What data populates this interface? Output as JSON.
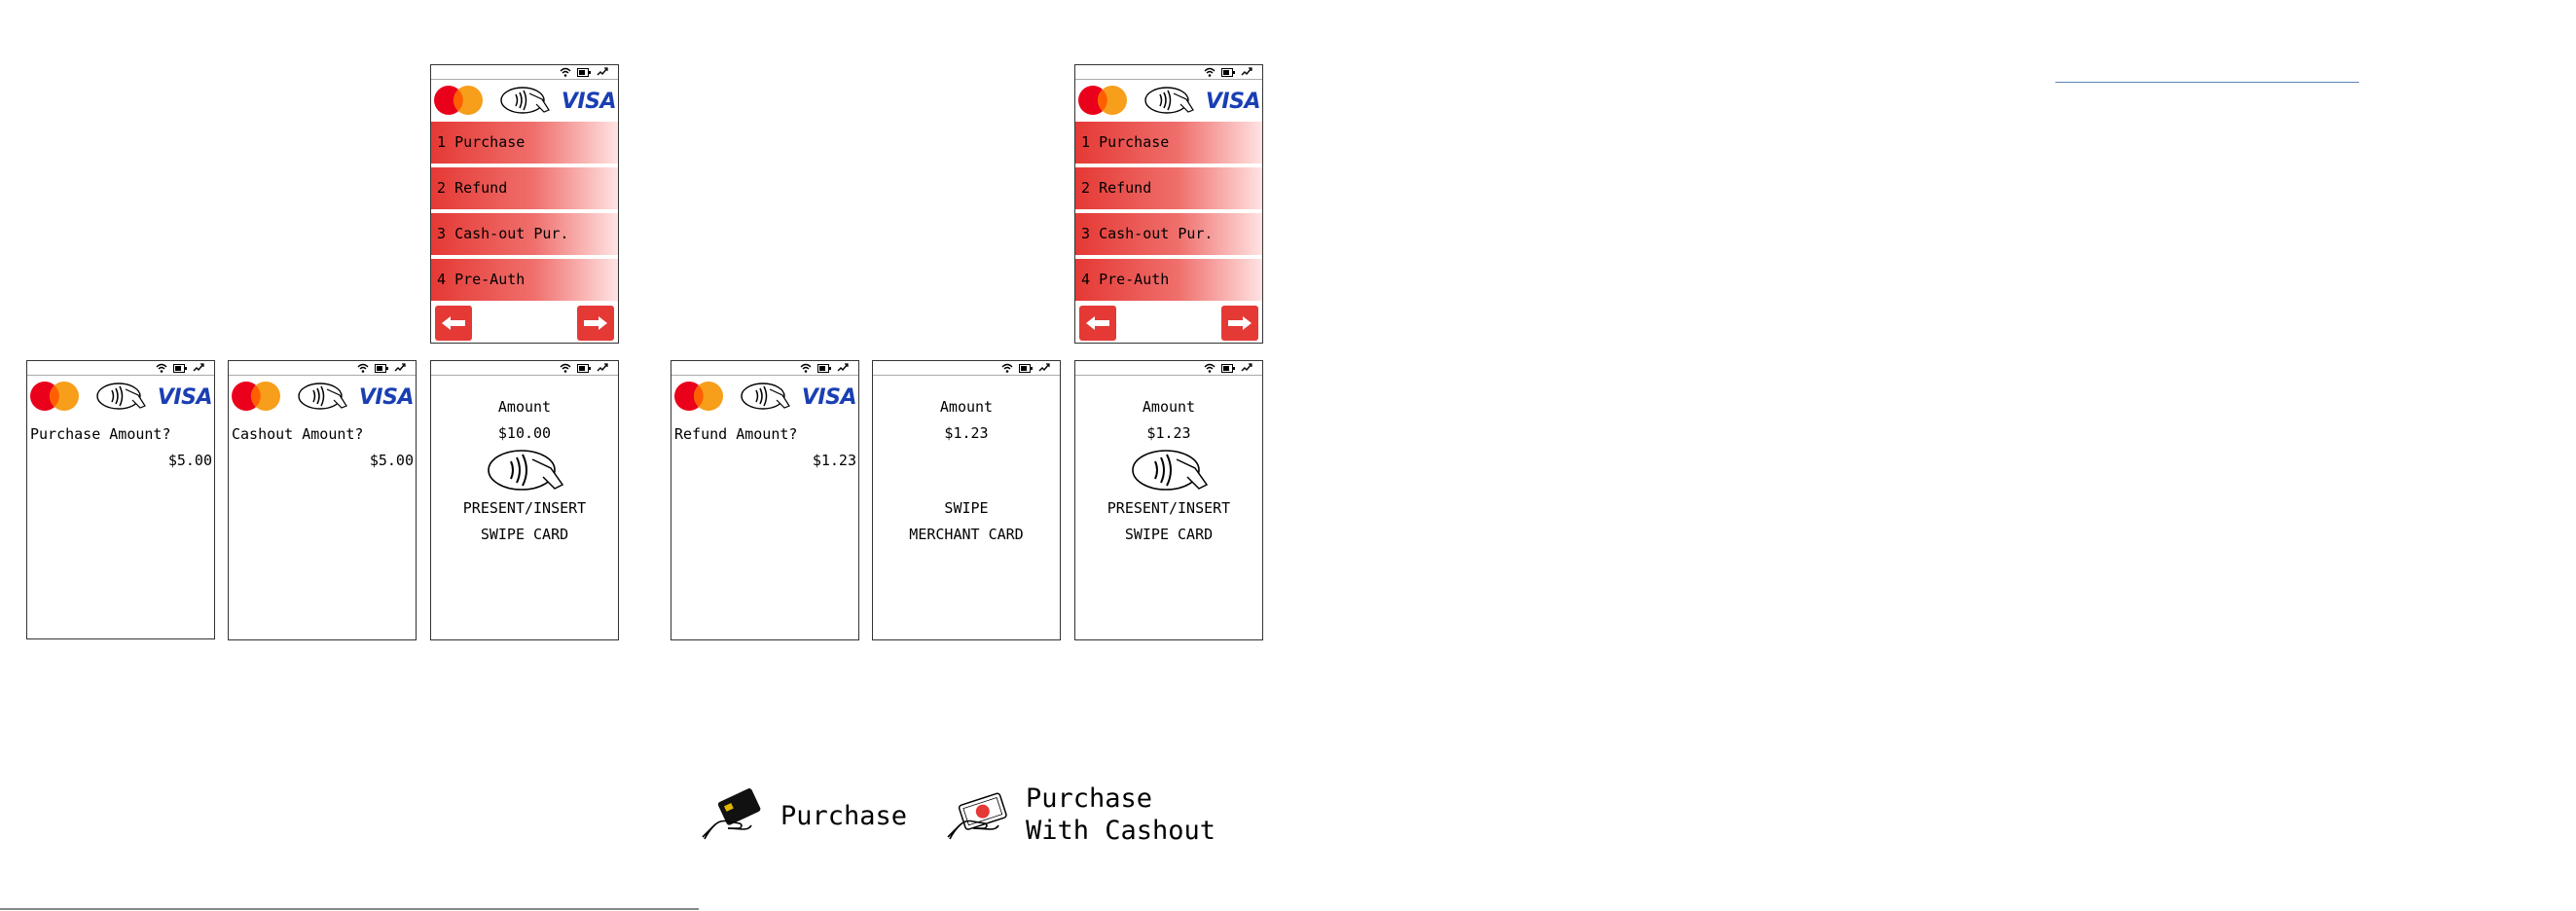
{
  "menu": {
    "items": [
      {
        "num": "1",
        "label": "Purchase"
      },
      {
        "num": "2",
        "label": "Refund"
      },
      {
        "num": "3",
        "label": "Cash-out Pur."
      },
      {
        "num": "4",
        "label": "Pre-Auth"
      }
    ]
  },
  "brand": {
    "visa": "VISA",
    "visa_color": "#1a3fb3",
    "accent": "#e53935"
  },
  "screens": {
    "purchase_amount": {
      "prompt": "Purchase Amount?",
      "value": "$5.00"
    },
    "cashout_amount": {
      "prompt": "Cashout Amount?",
      "value": "$5.00"
    },
    "card_present_1": {
      "title": "Amount",
      "amount": "$10.00",
      "line1": "PRESENT/INSERT",
      "line2": "SWIPE CARD"
    },
    "refund_amount": {
      "prompt": "Refund Amount?",
      "value": "$1.23"
    },
    "swipe_merchant": {
      "title": "Amount",
      "amount": "$1.23",
      "line1": "SWIPE",
      "line2": "MERCHANT CARD"
    },
    "card_present_2": {
      "title": "Amount",
      "amount": "$1.23",
      "line1": "PRESENT/INSERT",
      "line2": "SWIPE CARD"
    }
  },
  "legend": {
    "purchase": "Purchase",
    "cashout_line1": "Purchase",
    "cashout_line2": "With Cashout"
  },
  "icons": [
    "wifi-icon",
    "battery-icon",
    "signal-icon",
    "mastercard-logo",
    "contactless-icon",
    "arrow-left-icon",
    "arrow-right-icon",
    "card-hand-icon",
    "cash-hand-icon"
  ]
}
